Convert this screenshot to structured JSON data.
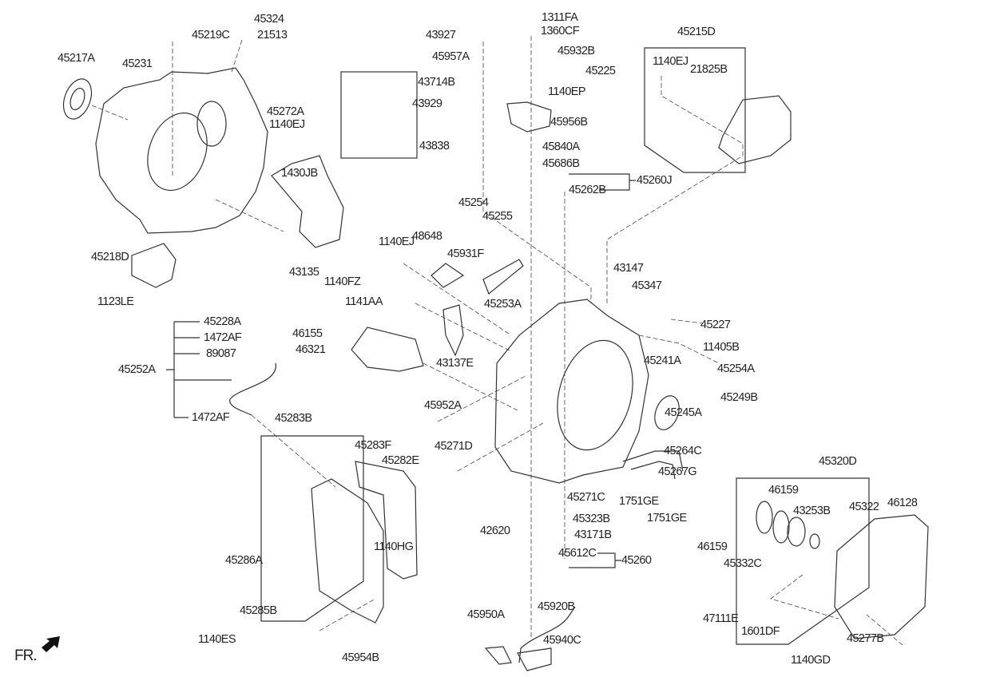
{
  "diagram": {
    "labels": [
      "45324",
      "45219C",
      "21513",
      "45217A",
      "45231",
      "45272A",
      "1140EJ",
      "1430JB",
      "45218D",
      "43135",
      "1140FZ",
      "1123LE",
      "43927",
      "45957A",
      "43714B",
      "43929",
      "43838",
      "1311FA",
      "1360CF",
      "45932B",
      "45225",
      "1140EP",
      "45956B",
      "45840A",
      "45686B",
      "45260J",
      "45262B",
      "45215D",
      "1140EJ",
      "21825B",
      "45254",
      "45255",
      "1140EJ",
      "48648",
      "45931F",
      "45253A",
      "1141AA",
      "43147",
      "45347",
      "45227",
      "11405B",
      "45228A",
      "1472AF",
      "46155",
      "89087",
      "46321",
      "45252A",
      "43137E",
      "45241A",
      "45254A",
      "45249B",
      "45245A",
      "45952A",
      "1472AF",
      "45283B",
      "45283F",
      "45282E",
      "45271D",
      "45264C",
      "45267G",
      "45271C",
      "1751GE",
      "1751GE",
      "45323B",
      "43171B",
      "42620",
      "1140HG",
      "45612C",
      "45260",
      "45286A",
      "45285B",
      "45920B",
      "45950A",
      "45940C",
      "1140ES",
      "45954B",
      "FR.",
      "45320D",
      "46159",
      "45322",
      "46128",
      "43253B",
      "46159",
      "45332C",
      "47111E",
      "1601DF",
      "45277B",
      "1140GD"
    ],
    "line_color": "#333333",
    "icons": [
      "front-direction-arrow-icon"
    ]
  }
}
